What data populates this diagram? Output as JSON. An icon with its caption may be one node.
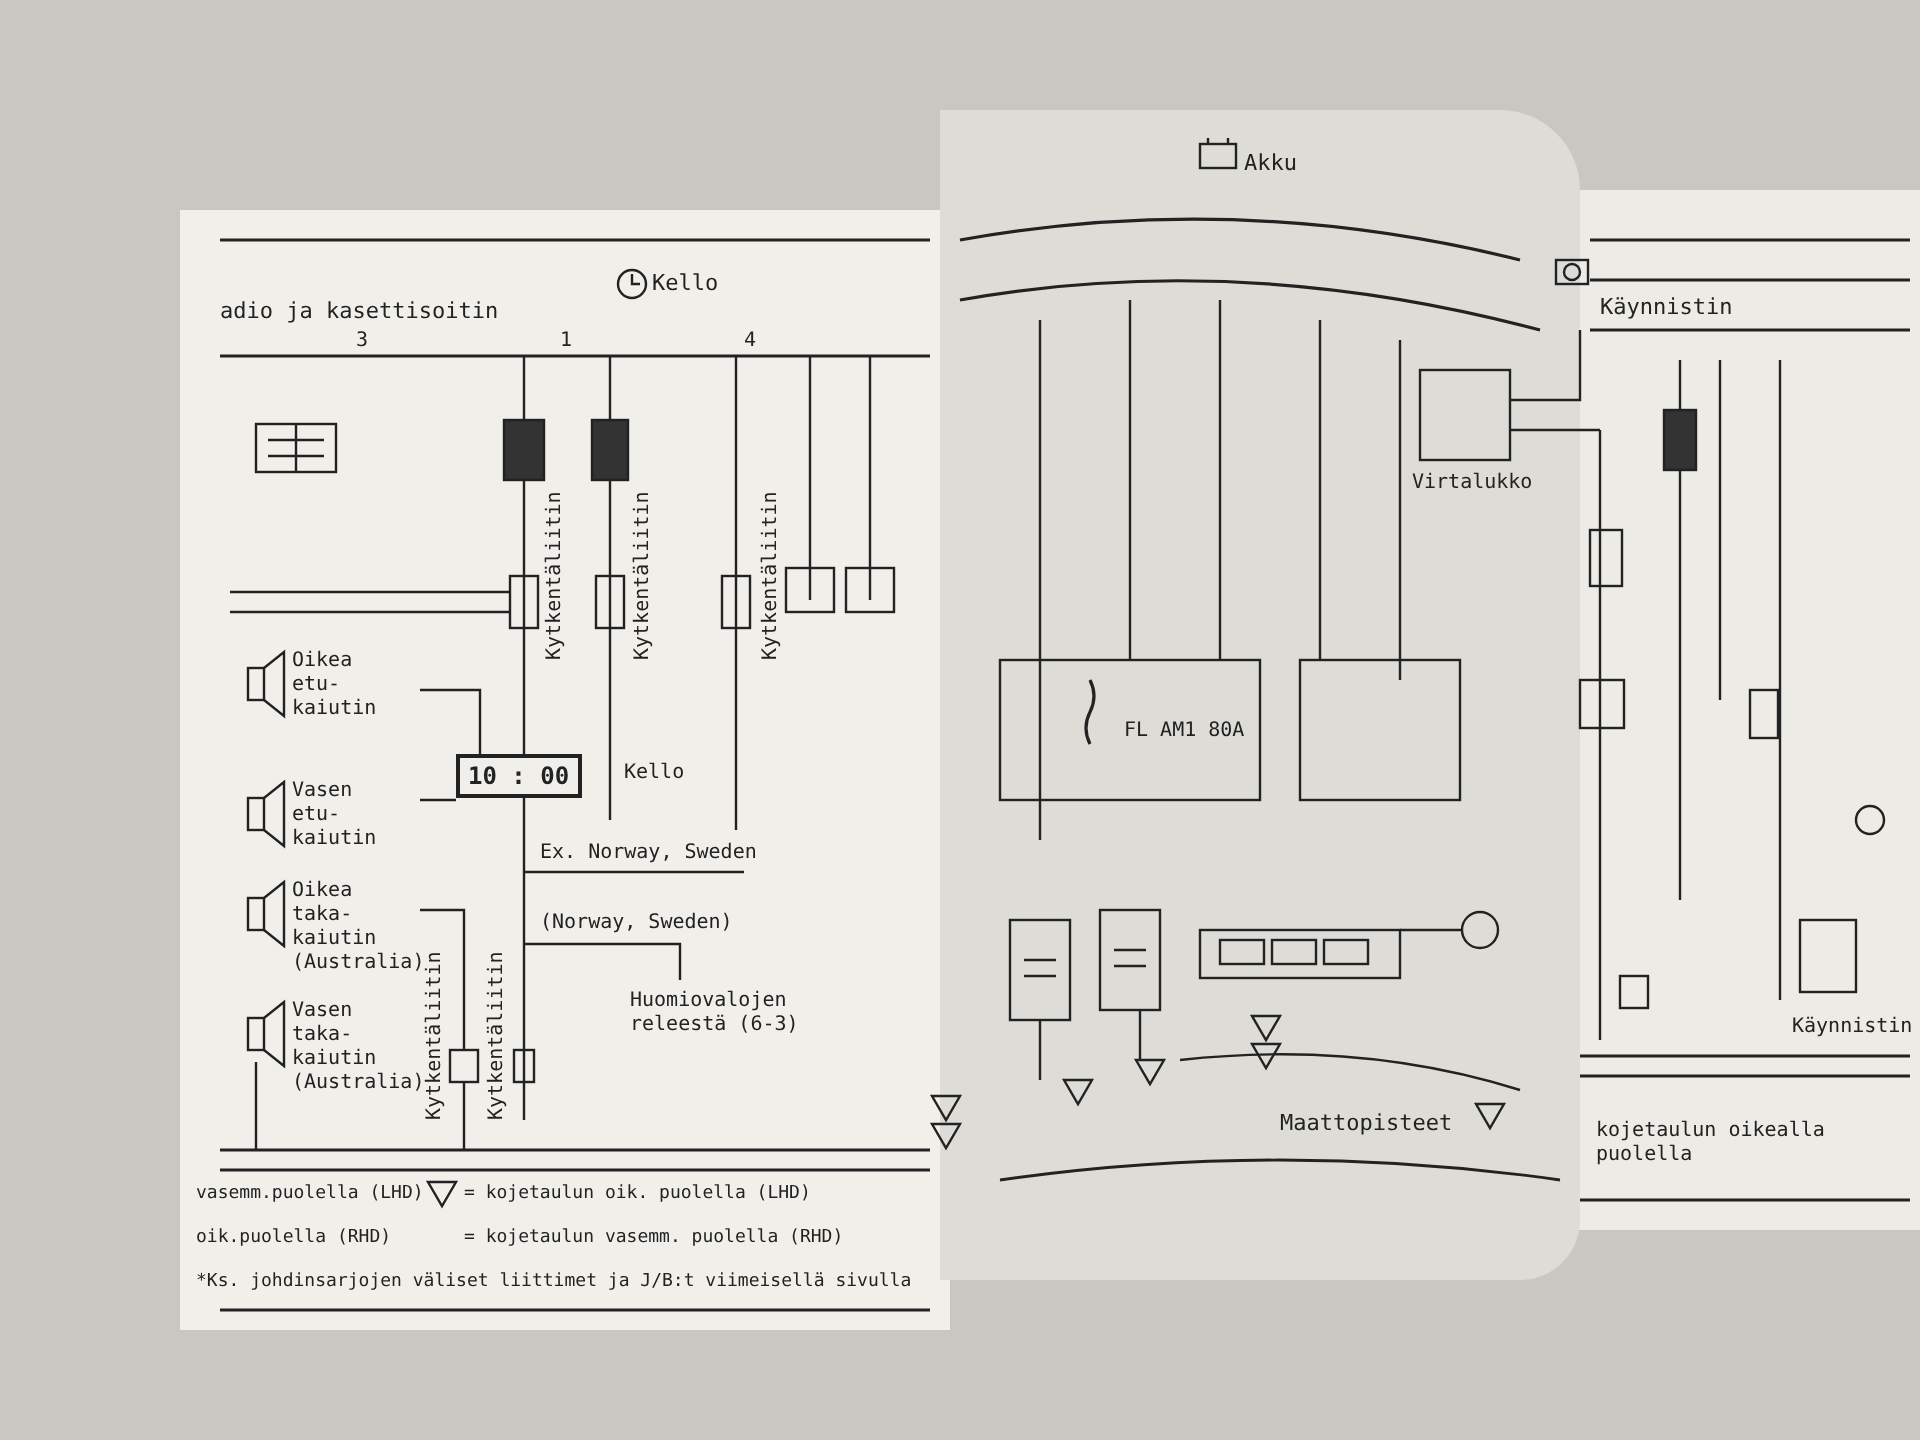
{
  "diagram": {
    "labels": [
      "Kello",
      "adio ja kasettisoitin",
      "3",
      "1",
      "4",
      "Kytkentäliitin",
      "Kytkentäliitin",
      "Kytkentäliitin",
      "Oikea etu-kaiutin",
      "Vasen etu-kaiutin",
      "10 : 00",
      "Kello",
      "Oikea taka-kaiutin (Australia)",
      "Ex. Norway, Sweden",
      "(Norway, Sweden)",
      "Vasen taka-kaiutin (Australia)",
      "Huomiovalojen releestä (6-3)",
      "Kytkentäliitin",
      "Kytkentäliitin",
      "vasemm.puolella (LHD)",
      "= kojetaulun oik. puolella (LHD)",
      "*Ks. johdinsarjojen väliset liittimet ja J/B:t viimeisellä sivulla",
      "oik.puolella (RHD)",
      "= kojetaulun vasemm. puolella (RHD)",
      "Akku",
      "FL AM1 80A",
      "Maattopisteet",
      "Käynnistin",
      "Virtalukko",
      "Käynnistin",
      "kojetaulun oikealla puolella"
    ]
  }
}
